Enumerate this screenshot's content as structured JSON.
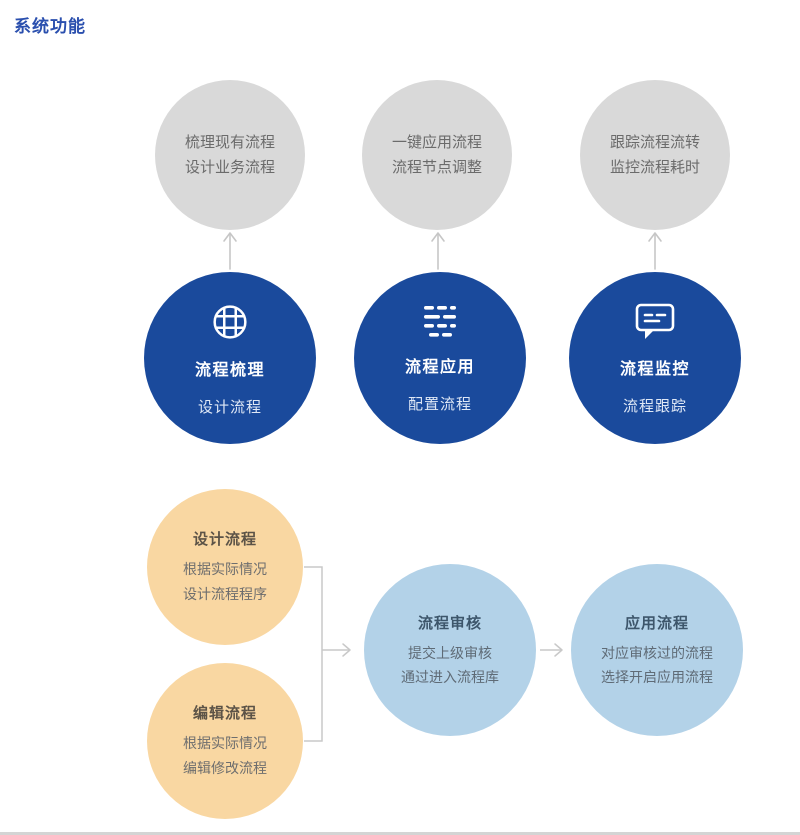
{
  "page": {
    "title": "系统功能"
  },
  "colors": {
    "title_blue": "#2a4fae",
    "dark_blue_circle": "#1a4a9c",
    "gray_circle": "#d9d9d9",
    "orange_circle": "#f9d7a2",
    "lightblue_circle": "#b3d2e8",
    "connector_gray": "#c6c6c6"
  },
  "top_row": [
    {
      "lines": [
        "梳理现有流程",
        "设计业务流程"
      ]
    },
    {
      "lines": [
        "一键应用流程",
        "流程节点调整"
      ]
    },
    {
      "lines": [
        "跟踪流程流转",
        "监控流程耗时"
      ]
    }
  ],
  "blue_row": [
    {
      "icon": "globe-grid-icon",
      "title": "流程梳理",
      "subtitle": "设计流程"
    },
    {
      "icon": "list-lines-icon",
      "title": "流程应用",
      "subtitle": "配置流程"
    },
    {
      "icon": "chat-bubble-icon",
      "title": "流程监控",
      "subtitle": "流程跟踪"
    }
  ],
  "bottom": {
    "orange": [
      {
        "title": "设计流程",
        "lines": [
          "根据实际情况",
          "设计流程程序"
        ]
      },
      {
        "title": "编辑流程",
        "lines": [
          "根据实际情况",
          "编辑修改流程"
        ]
      }
    ],
    "lightblue": [
      {
        "title": "流程审核",
        "lines": [
          "提交上级审核",
          "通过进入流程库"
        ]
      },
      {
        "title": "应用流程",
        "lines": [
          "对应审核过的流程",
          "选择开启应用流程"
        ]
      }
    ]
  }
}
